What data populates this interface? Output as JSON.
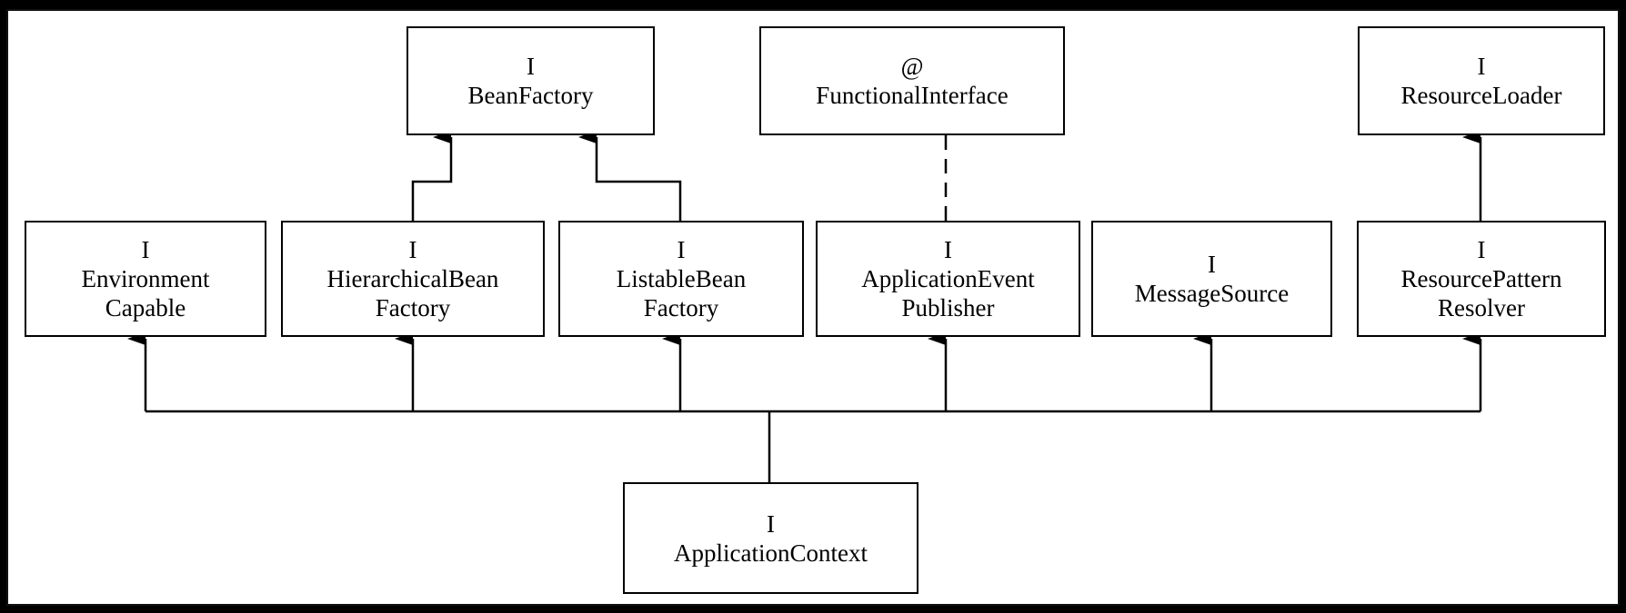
{
  "nodes": {
    "bean_factory": {
      "stereotype": "I",
      "name": "BeanFactory"
    },
    "functional_interface": {
      "stereotype": "@",
      "name": "FunctionalInterface"
    },
    "resource_loader": {
      "stereotype": "I",
      "name": "ResourceLoader"
    },
    "environment_capable": {
      "stereotype": "I",
      "name": "Environment\nCapable"
    },
    "hierarchical_bean_factory": {
      "stereotype": "I",
      "name": "HierarchicalBean\nFactory"
    },
    "listable_bean_factory": {
      "stereotype": "I",
      "name": "ListableBean\nFactory"
    },
    "application_event_publisher": {
      "stereotype": "I",
      "name": "ApplicationEvent\nPublisher"
    },
    "message_source": {
      "stereotype": "I",
      "name": "MessageSource"
    },
    "resource_pattern_resolver": {
      "stereotype": "I",
      "name": "ResourcePattern\nResolver"
    },
    "application_context": {
      "stereotype": "I",
      "name": "ApplicationContext"
    }
  },
  "edges": [
    {
      "from": "hierarchical_bean_factory",
      "to": "bean_factory",
      "style": "solid-arrow"
    },
    {
      "from": "listable_bean_factory",
      "to": "bean_factory",
      "style": "solid-arrow"
    },
    {
      "from": "application_event_publisher",
      "to": "functional_interface",
      "style": "dashed"
    },
    {
      "from": "resource_pattern_resolver",
      "to": "resource_loader",
      "style": "solid-arrow"
    },
    {
      "from": "application_context",
      "to": "environment_capable",
      "style": "solid-arrow"
    },
    {
      "from": "application_context",
      "to": "hierarchical_bean_factory",
      "style": "solid-arrow"
    },
    {
      "from": "application_context",
      "to": "listable_bean_factory",
      "style": "solid-arrow"
    },
    {
      "from": "application_context",
      "to": "application_event_publisher",
      "style": "solid-arrow"
    },
    {
      "from": "application_context",
      "to": "message_source",
      "style": "solid-arrow"
    },
    {
      "from": "application_context",
      "to": "resource_pattern_resolver",
      "style": "solid-arrow"
    }
  ]
}
